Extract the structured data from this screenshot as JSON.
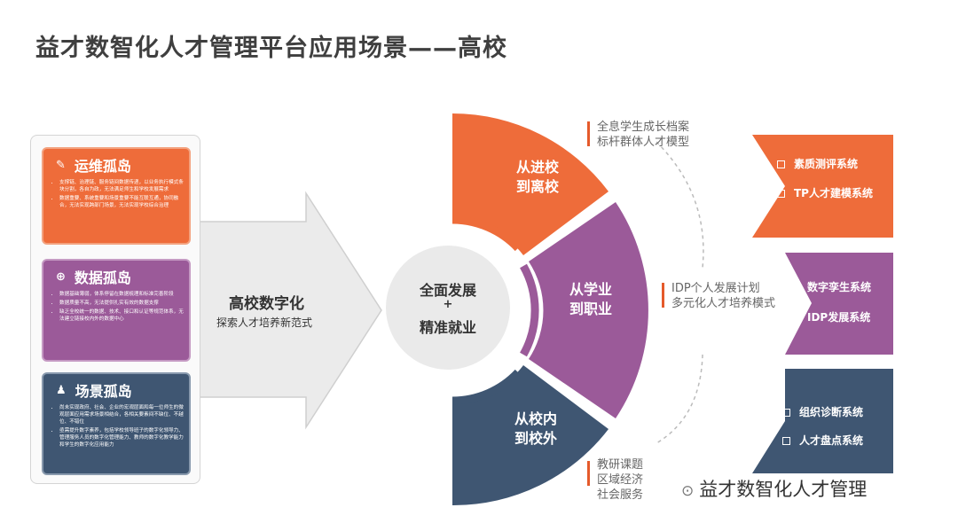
{
  "title": "益才数智化人才管理平台应用场景——高校",
  "islands": [
    {
      "title": "运维孤岛",
      "icon": "edit-icon",
      "bullets": [
        "支撑链、治理链、服务链间数据传递，以业务执行模式条块分割，各自为政，无法满足师生和学校发展需求",
        "数据重要、系统重要和场景重要不能互联互通，协同融合，无法实现跨部门场景，无法实现学校综合治理"
      ]
    },
    {
      "title": "数据孤岛",
      "icon": "data-search-icon",
      "bullets": [
        "数据基础薄弱，体系停留在数据梳理和标准完善阶段",
        "数据质量不高，无法提供扎实有效的数据支撑",
        "缺乏全校统一的数据、技术、接口和认证等规范体系，无法建立链接校内外的数据中心"
      ]
    },
    {
      "title": "场景孤岛",
      "icon": "people-icon",
      "bullets": [
        "尚未实现政府、社会、企业的宏观层面和每一位师生的微观层面应用需求场景相结合，各相关要素间不缺位、不越位、不错位",
        "亟需提升数字素养，包括学校领导班子的数字化领导力、管理服务人员的数字化管理能力、教师的数字化教学能力和学生的数字化应用能力"
      ]
    }
  ],
  "arrow": {
    "title": "高校数字化",
    "subtitle": "探索人才培养新范式"
  },
  "center": {
    "line1": "全面发展",
    "plus": "+",
    "line2": "精准就业"
  },
  "segments": [
    {
      "line1": "从进校",
      "line2": "到离校",
      "color": "#ee6c3a"
    },
    {
      "line1": "从学业",
      "line2": "到职业",
      "color": "#9b5a99"
    },
    {
      "line1": "从校内",
      "line2": "到校外",
      "color": "#3f5672"
    }
  ],
  "notes": [
    [
      "全息学生成长档案",
      "标杆群体人才模型"
    ],
    [
      "IDP个人发展计划",
      "多元化人才培养模式"
    ],
    [
      "教研课题",
      "区域经济",
      "社会服务"
    ]
  ],
  "systems": [
    {
      "color": "#ee6c3a",
      "items": [
        "素质测评系统",
        "TP人才建模系统"
      ],
      "checkbox": true
    },
    {
      "color": "#9b5a99",
      "items": [
        "数字孪生系统",
        "IDP发展系统"
      ],
      "checkbox": false
    },
    {
      "color": "#3f5672",
      "items": [
        "组织诊断系统",
        "人才盘点系统"
      ],
      "checkbox": true
    }
  ],
  "watermark": "益才数智化人才管理"
}
